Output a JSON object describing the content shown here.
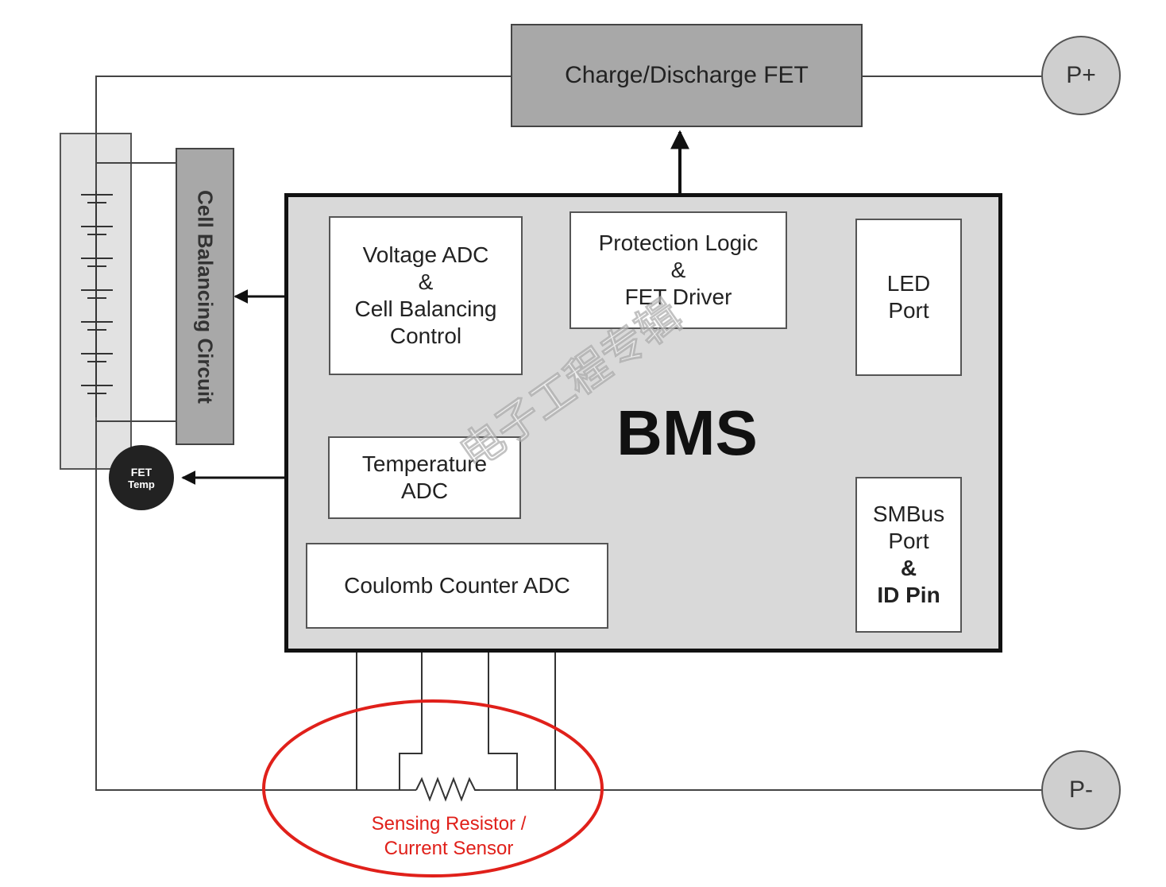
{
  "diagram": {
    "charge_fet": "Charge/Discharge FET",
    "terminal_positive": "P+",
    "terminal_negative": "P-",
    "cell_balancing": "Cell Balancing Circuit",
    "bms_label": "BMS",
    "voltage_adc": [
      "Voltage ADC",
      "&",
      "Cell Balancing",
      "Control"
    ],
    "protection_logic": [
      "Protection Logic",
      "&",
      "FET Driver"
    ],
    "led_port": [
      "LED",
      "Port"
    ],
    "temperature_adc": [
      "Temperature",
      "ADC"
    ],
    "coulomb_counter": "Coulomb Counter ADC",
    "smbus_port": [
      "SMBus",
      "Port",
      "&",
      "ID Pin"
    ],
    "fet_temp": [
      "FET",
      "Temp"
    ],
    "sensing_label": [
      "Sensing Resistor /",
      "Current Sensor"
    ],
    "watermark": "电子工程专辑",
    "colors": {
      "highlight": "#e0201a",
      "panel": "#d9d9d9",
      "fet_box": "#a8a8a8"
    }
  }
}
